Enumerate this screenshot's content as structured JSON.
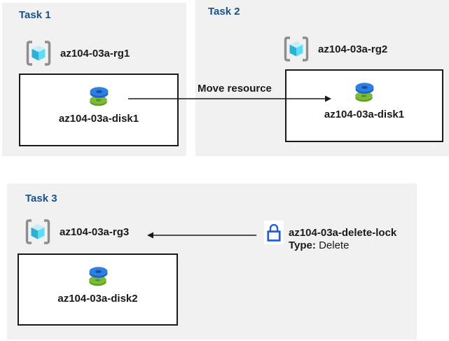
{
  "colors": {
    "canvas_bg": "#ffffff",
    "panel_bg": "#f1f1f1",
    "task_title": "#1a5188",
    "text": "#1a1a1a",
    "box_bg": "#ffffff",
    "box_border": "#1a1a1a",
    "arrow": "#1a1a1a",
    "lock_bg": "#ffffff",
    "lock_blue": "#1f5fd0",
    "bracket_gray": "#8d8d8d",
    "cube_top": "#c7eef8",
    "cube_left": "#2cb0d4",
    "cube_right": "#5adef8",
    "disk_blue_top": "#2e7fe1",
    "disk_blue_side": "#1b62cc",
    "disk_blue_hole": "#174f9e",
    "disk_green_top": "#7dba3b",
    "disk_green_side": "#619f21",
    "disk_green_hole": "#54901c"
  },
  "tasks": [
    {
      "title": "Task 1",
      "resource_group": "az104-03a-rg1",
      "resource": "az104-03a-disk1"
    },
    {
      "title": "Task 2",
      "resource_group": "az104-03a-rg2",
      "resource": "az104-03a-disk1"
    },
    {
      "title": "Task 3",
      "resource_group": "az104-03a-rg3",
      "resource": "az104-03a-disk2"
    }
  ],
  "move_arrow": {
    "label": "Move resource"
  },
  "lock": {
    "name": "az104-03a-delete-lock",
    "type_label": "Type:",
    "type_value": "Delete"
  }
}
